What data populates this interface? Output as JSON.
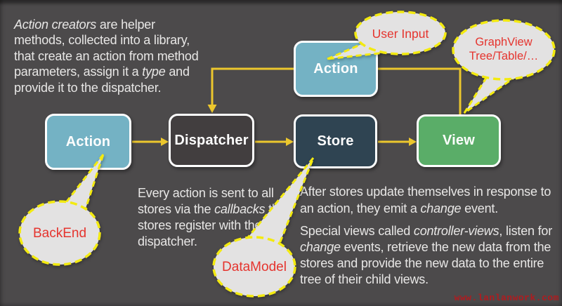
{
  "colors": {
    "background": "#4c4a4b",
    "paragraph_text": "#e8e7e6",
    "node_text": "#fdfdfd",
    "arrow_yellow": "#ecc72d",
    "bubble_border_yellow": "#f3ea10",
    "bubble_fill": "#e3e2e2",
    "bubble_text_red": "#e5342e",
    "node_action_blue": "#74b2c4",
    "node_dispatcher_dark": "#423e3f",
    "node_store_navy": "#2f4452",
    "node_view_green": "#5aad68",
    "watermark_red": "#b01b1f"
  },
  "nodes": {
    "action_top": {
      "label": "Action"
    },
    "action_left": {
      "label": "Action"
    },
    "dispatcher": {
      "label": "Dispatcher"
    },
    "store": {
      "label": "Store"
    },
    "view": {
      "label": "View"
    }
  },
  "bubbles": {
    "user_input": {
      "lines": [
        "User Input"
      ]
    },
    "graph_view": {
      "lines": [
        "GraphView",
        "Tree/Table/…"
      ]
    },
    "back_end": {
      "lines": [
        "BackEnd"
      ]
    },
    "data_model": {
      "lines": [
        "DataModel"
      ]
    }
  },
  "paragraphs": {
    "action_creators": {
      "lines": [
        [
          {
            "t": "Action creators",
            "i": true
          },
          {
            "t": " are helper"
          }
        ],
        [
          {
            "t": "methods, collected into a library,"
          }
        ],
        [
          {
            "t": "that create an action from method"
          }
        ],
        [
          {
            "t": "parameters, assign it a "
          },
          {
            "t": "type",
            "i": true
          },
          {
            "t": " and"
          }
        ],
        [
          {
            "t": "provide it to the dispatcher."
          }
        ]
      ]
    },
    "dispatcher_note": {
      "lines": [
        [
          {
            "t": "Every action is sent to all"
          }
        ],
        [
          {
            "t": "stores via the "
          },
          {
            "t": "callbacks",
            "i": true
          },
          {
            "t": " the"
          }
        ],
        [
          {
            "t": "stores register with the"
          }
        ],
        [
          {
            "t": "dispatcher."
          }
        ]
      ]
    },
    "store_note": {
      "lines": [
        [
          {
            "t": "After stores update themselves in response to"
          }
        ],
        [
          {
            "t": "an action, they emit a "
          },
          {
            "t": "change",
            "i": true
          },
          {
            "t": " event."
          }
        ]
      ]
    },
    "views_note": {
      "lines": [
        [
          {
            "t": "Special views called "
          },
          {
            "t": "controller-views",
            "i": true
          },
          {
            "t": ", listen for"
          }
        ],
        [
          {
            "t": "change",
            "i": true
          },
          {
            "t": " events, retrieve the new data from the"
          }
        ],
        [
          {
            "t": "stores and provide the new data to the entire"
          }
        ],
        [
          {
            "t": "tree of their child views."
          }
        ]
      ]
    }
  },
  "watermark": "www.lanlanwork.com"
}
